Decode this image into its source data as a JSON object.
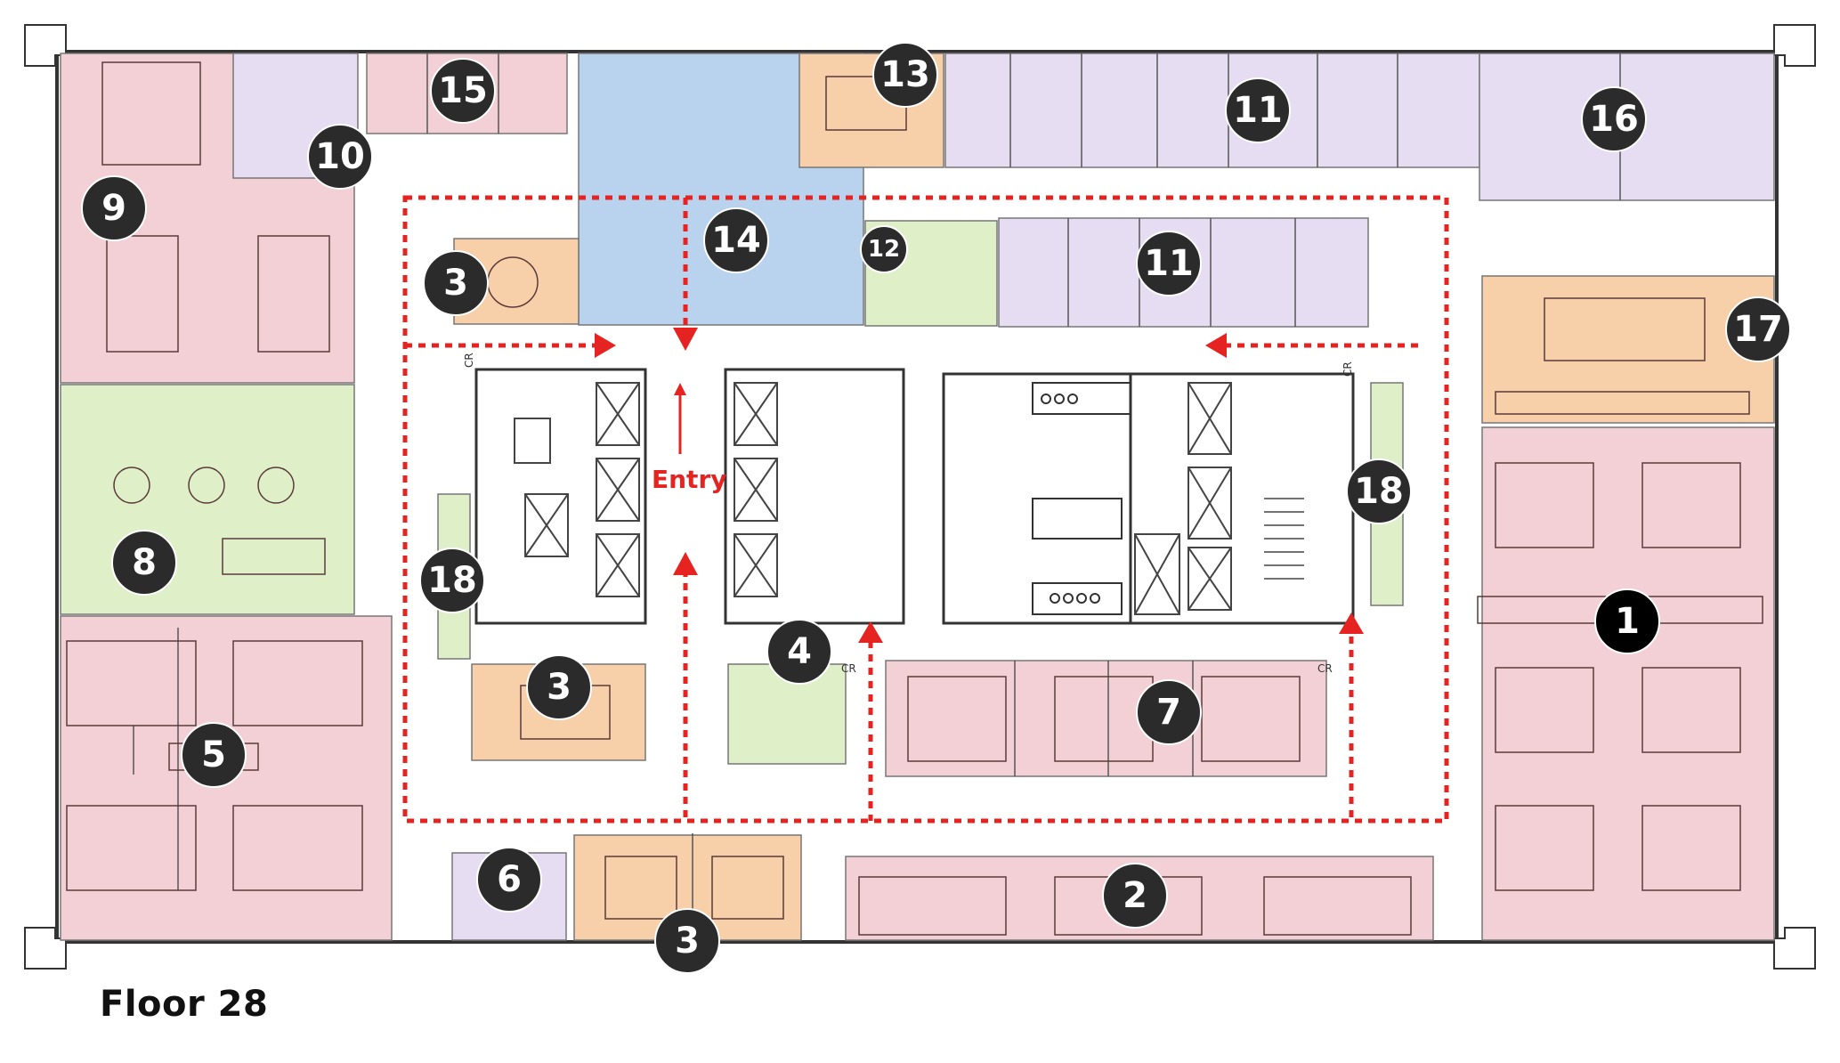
{
  "floor_label": "Floor 28",
  "entry_label": "Entry",
  "cr_label": "CR",
  "colors": {
    "pink": "#f2d0d6",
    "lavender": "#e6ddf2",
    "blue": "#b9d3ee",
    "orange": "#f7cfa8",
    "green": "#dff0c8",
    "wall": "#333333",
    "badge": "#2b2b2b",
    "badge_solid": "#000000",
    "route": "#e52421"
  },
  "zones": [
    {
      "id": "1",
      "label": "1"
    },
    {
      "id": "2",
      "label": "2"
    },
    {
      "id": "3",
      "label": "3"
    },
    {
      "id": "4",
      "label": "4"
    },
    {
      "id": "5",
      "label": "5"
    },
    {
      "id": "6",
      "label": "6"
    },
    {
      "id": "7",
      "label": "7"
    },
    {
      "id": "8",
      "label": "8"
    },
    {
      "id": "9",
      "label": "9"
    },
    {
      "id": "10",
      "label": "10"
    },
    {
      "id": "11",
      "label": "11"
    },
    {
      "id": "12",
      "label": "12"
    },
    {
      "id": "13",
      "label": "13"
    },
    {
      "id": "14",
      "label": "14"
    },
    {
      "id": "15",
      "label": "15"
    },
    {
      "id": "16",
      "label": "16"
    },
    {
      "id": "17",
      "label": "17"
    },
    {
      "id": "18",
      "label": "18"
    }
  ]
}
